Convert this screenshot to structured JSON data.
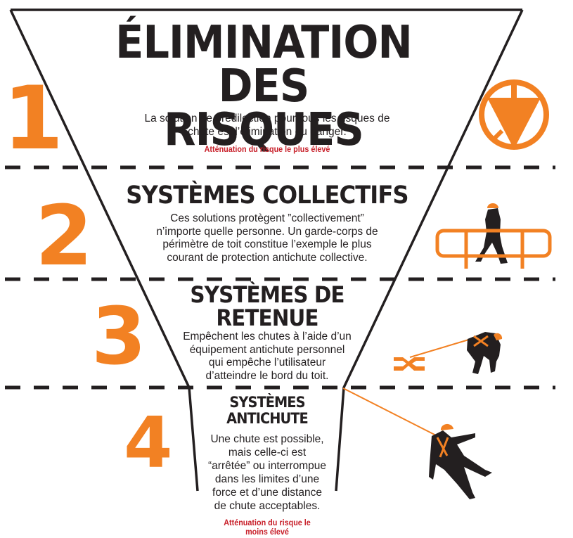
{
  "colors": {
    "orange": "#f28123",
    "black": "#231f20",
    "red": "#c8202a",
    "background": "#ffffff"
  },
  "levels": [
    {
      "number": "1",
      "title_line1": "ÉLIMINATION DES",
      "title_line2": "RISQUES",
      "description_line1": "La solution de prédilection pour tous les risques de",
      "description_line2": "chute est l’élimination du danger.",
      "note": "Atténuation du risque le plus élevé",
      "icon": "hazard-elimination-icon"
    },
    {
      "number": "2",
      "title": "SYSTÈMES COLLECTIFS",
      "description_lines": [
        "Ces solutions protègent ”collectivement”",
        "n’importe quelle personne. Un garde-corps de",
        "périmètre de toit constitue l’exemple le plus",
        "courant de protection antichute collective."
      ],
      "icon": "guardrail-worker-icon"
    },
    {
      "number": "3",
      "title_line1": "SYSTÈMES DE",
      "title_line2": "RETENUE",
      "description_lines": [
        "Empêchent les chutes à l’aide d’un",
        "équipement antichute personnel",
        "qui empêche l’utilisateur",
        "d’atteindre le bord du toit."
      ],
      "icon": "restraint-worker-icon"
    },
    {
      "number": "4",
      "title_line1": "SYSTÈMES",
      "title_line2": "ANTICHUTE",
      "description_lines": [
        "Une chute est possible,",
        "mais celle-ci est",
        "“arrêtée” ou interrompue",
        "dans les limites d’une",
        "force et d’une distance",
        "de chute acceptables."
      ],
      "note_line1": "Atténuation du risque le",
      "note_line2": "moins élevé",
      "icon": "fall-arrest-worker-icon"
    }
  ]
}
